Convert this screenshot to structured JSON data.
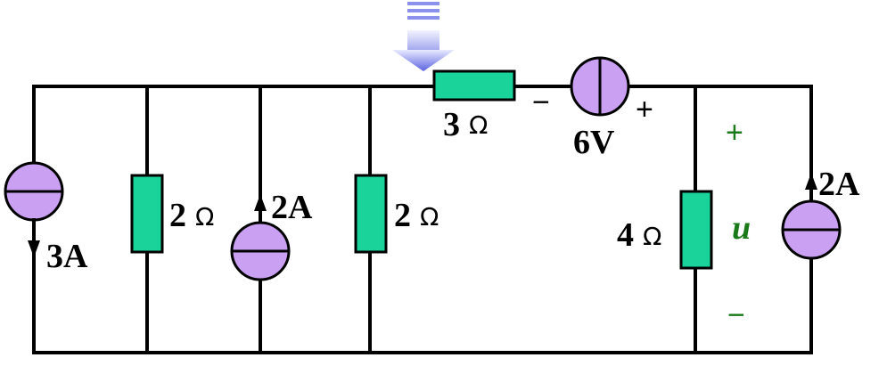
{
  "colors": {
    "resistor_fill": "#19d39a",
    "source_fill": "#c9a0f2",
    "wire": "#000000",
    "voltage_label": "#1a7a1a",
    "arrow_indicator": "#6b73e8"
  },
  "components": {
    "current_source_left": {
      "value": "3A"
    },
    "resistor_left": {
      "value": "2",
      "unit": "Ω"
    },
    "current_source_middle": {
      "value": "2A"
    },
    "resistor_middle": {
      "value": "2",
      "unit": "Ω"
    },
    "resistor_top": {
      "value": "3",
      "unit": "Ω"
    },
    "voltage_source_top": {
      "value": "6V",
      "minus": "−",
      "plus": "+"
    },
    "resistor_output": {
      "value": "4",
      "unit": "Ω"
    },
    "output_voltage": {
      "symbol": "u",
      "plus": "+",
      "minus": "−"
    },
    "current_source_right": {
      "value": "2A"
    }
  },
  "icons": {
    "indicator": "down-arrow-icon"
  }
}
